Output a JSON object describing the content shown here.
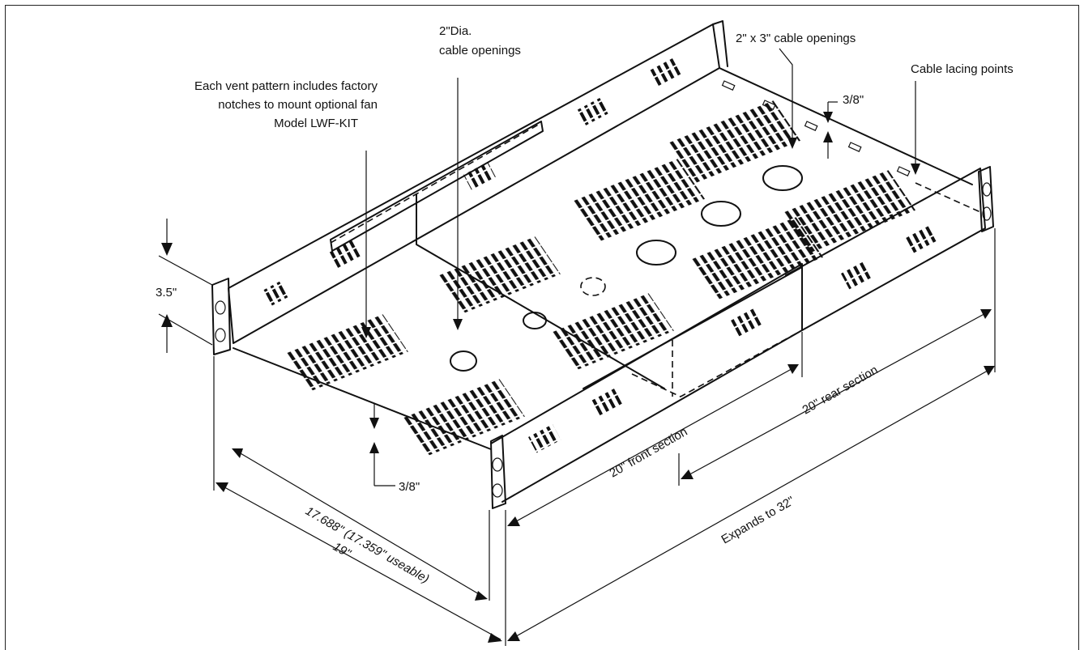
{
  "diagram": {
    "labels": {
      "vent_note_1": "Each vent pattern includes factory",
      "vent_note_2": "notches to mount optional fan",
      "vent_note_3": "Model LWF-KIT",
      "dia_openings_1": "2\"Dia.",
      "dia_openings_2": "cable openings",
      "rect_openings": "2\" x 3\" cable openings",
      "lacing_points": "Cable lacing points",
      "top_flange": "3/8\"",
      "height": "3.5\"",
      "bottom_flange": "3/8\"",
      "inner_width": "17.688\" (17.359\" useable)",
      "outer_width": "19\"",
      "front_section": "20\" front section",
      "rear_section": "20\" rear section",
      "expands": "Expands to 32\""
    },
    "colors": {
      "line": "#111111",
      "background": "#ffffff"
    }
  }
}
